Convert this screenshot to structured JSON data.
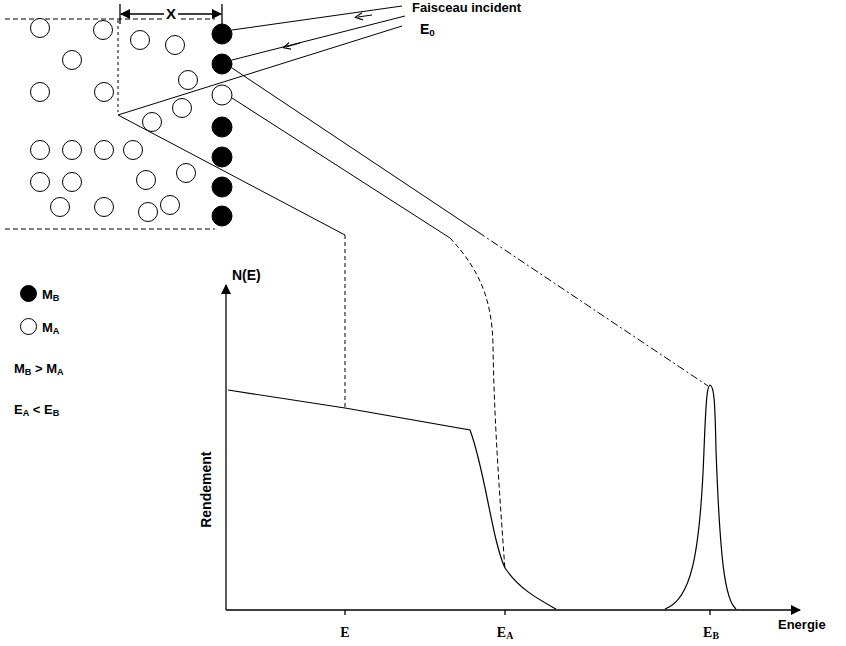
{
  "diagram": {
    "labels": [
      "X",
      "Faisceau incident",
      "E0",
      "N(E)",
      "Rendement",
      "E",
      "EA",
      "EB",
      "Energie",
      "MB > MA",
      "EA < EB"
    ],
    "legend": [
      {
        "text": "MB",
        "color": "#000000"
      },
      {
        "text": "MA",
        "color": "#ffffff"
      }
    ]
  }
}
